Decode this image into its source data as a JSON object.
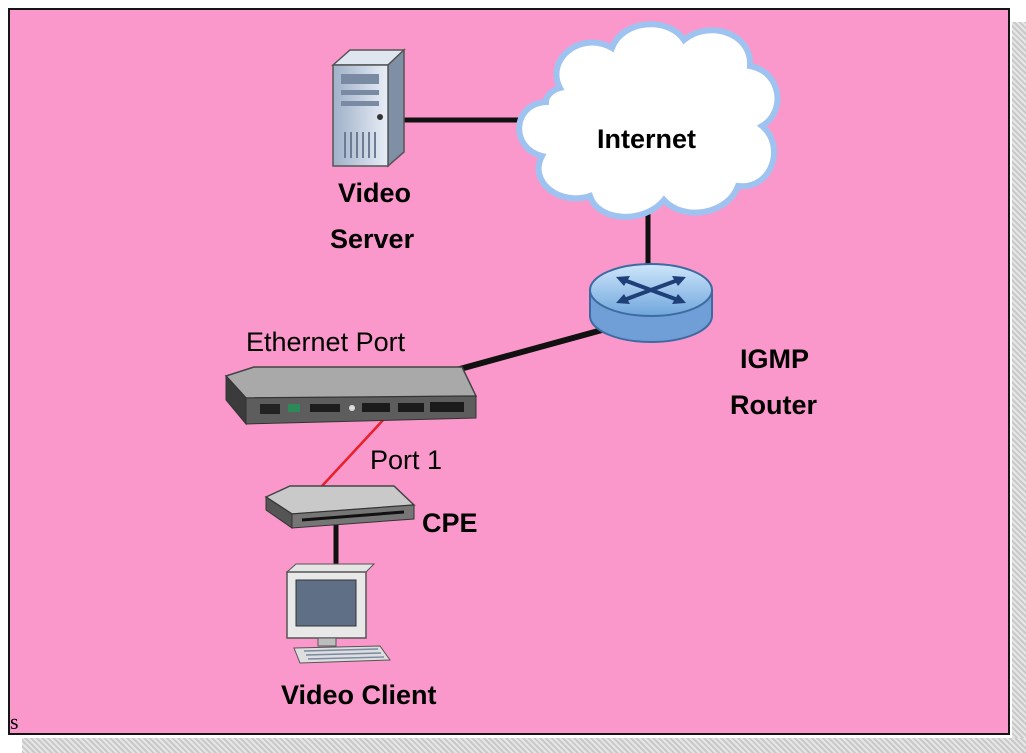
{
  "nodes": {
    "internet": {
      "label": "Internet"
    },
    "video_server": {
      "line1": "Video",
      "line2": "Server"
    },
    "igmp_router": {
      "line1": "IGMP",
      "line2": "Router"
    },
    "switch": {
      "label": "Ethernet Port"
    },
    "cpe": {
      "label": "CPE"
    },
    "video_client": {
      "label": "Video Client"
    }
  },
  "links": {
    "port1": {
      "label": "Port 1",
      "color": "#e8202a"
    }
  },
  "corner_text": "s",
  "colors": {
    "background": "#fb98cb",
    "border": "#141414",
    "cloud": "#ffffff",
    "cloud_edge": "#9fc3f0",
    "router": "#9fc6ec",
    "link": "#111111"
  }
}
